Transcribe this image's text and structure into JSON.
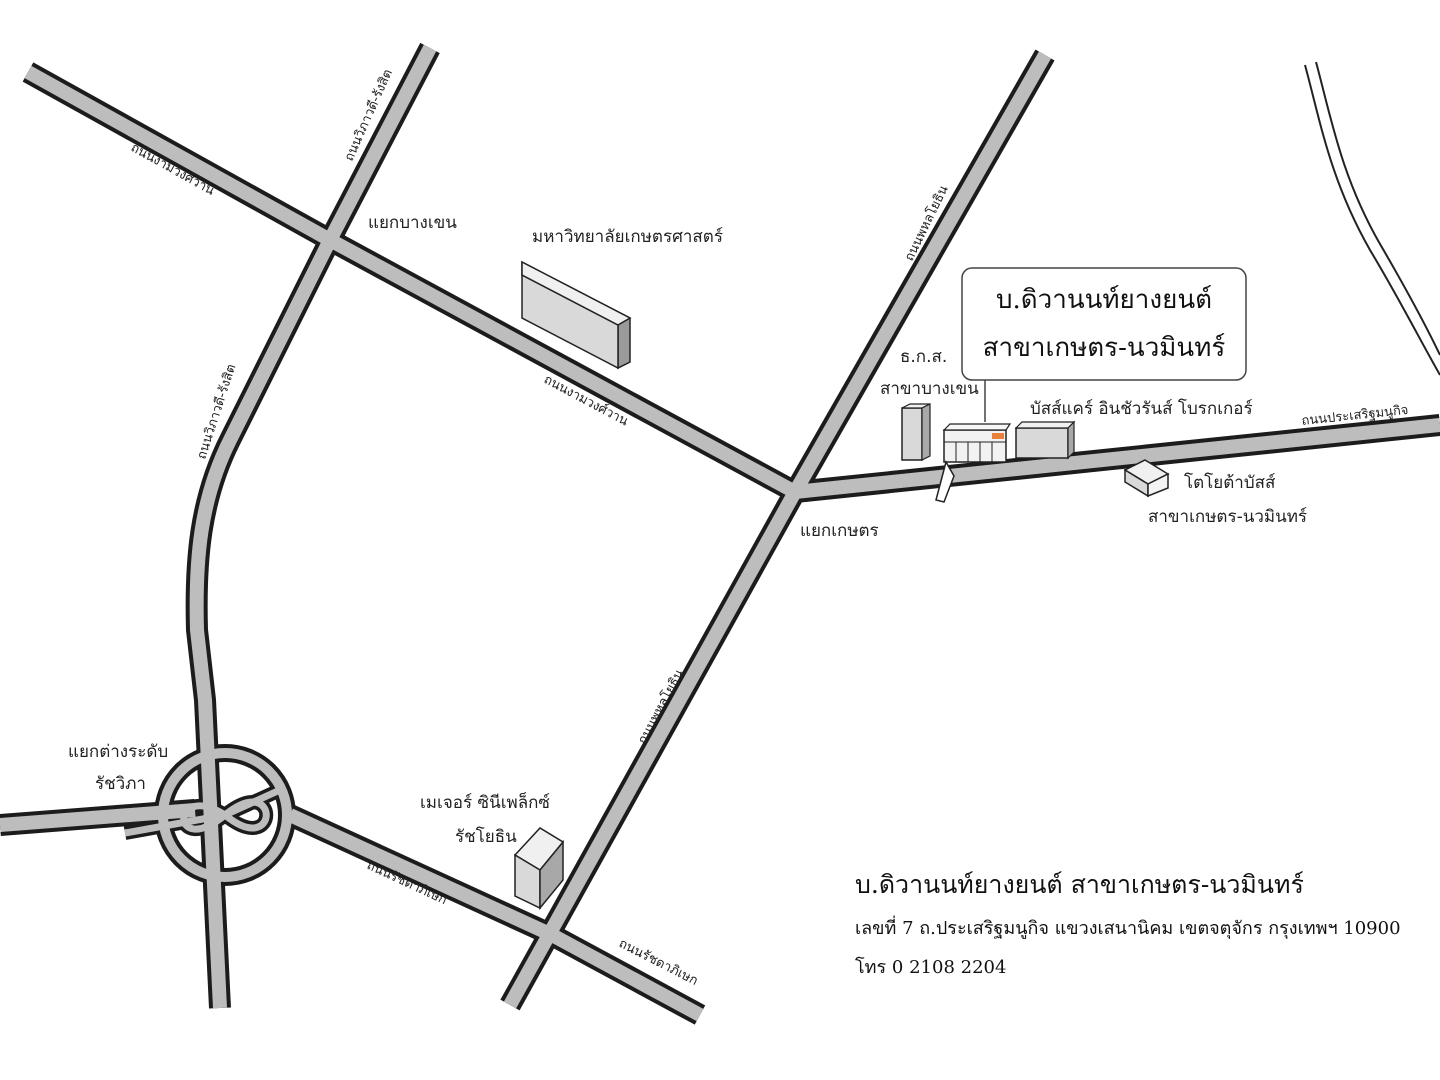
{
  "roads": {
    "ngamwongwan_upper": "ถนนงามวงศ์วาน",
    "ngamwongwan_lower": "ถนนงามวงศ์วาน",
    "vibhavadi_upper": "ถนนวิภาวดี-รังสิต",
    "vibhavadi_lower": "ถนนวิภาวดี-รังสิต",
    "phahonyothin_upper": "ถนนพหลโยธิน",
    "phahonyothin_lower": "ถนนพหลโยธิน",
    "prasert_manukitch": "ถนนประเสริฐมนูกิจ",
    "ratchadaphisek_left": "ถนนรัชดาภิเษก",
    "ratchadaphisek_right": "ถนนรัชดาภิเษก"
  },
  "places": {
    "bang_khen_junction": "แยกบางเขน",
    "kaset_junction": "แยกเกษตร",
    "ratchawipha_interchange_1": "แยกต่างระดับ",
    "ratchawipha_interchange_2": "รัชวิภา",
    "kasetsart_university": "มหาวิทยาลัยเกษตรศาสตร์",
    "baac_1": "ธ.ก.ส.",
    "baac_2": "สาขาบางเขน",
    "bus_care": "บัสส์แคร์ อินชัวรันส์ โบรกเกอร์",
    "toyota_1": "โตโยต้าบัสส์",
    "toyota_2": "สาขาเกษตร-นวมินทร์",
    "major_cineplex_1": "เมเจอร์ ซินีเพล็กซ์",
    "major_cineplex_2": "รัชโยธิน"
  },
  "callout": {
    "line1": "บ.ดิวานนท์ยางยนต์",
    "line2": "สาขาเกษตร-นวมินทร์"
  },
  "address": {
    "title": "บ.ดิวานนท์ยางยนต์ สาขาเกษตร-นวมินทร์",
    "line1": "เลขที่ 7 ถ.ประเสริฐมนูกิจ แขวงเสนานิคม เขตจตุจักร กรุงเทพฯ 10900",
    "phone": "โทร 0 2108 2204"
  },
  "colors": {
    "road_fill": "#bdbdbd",
    "road_edge": "#1c1c1c",
    "building_fill": "#d9d9d9",
    "highlight": "#e8823a"
  }
}
